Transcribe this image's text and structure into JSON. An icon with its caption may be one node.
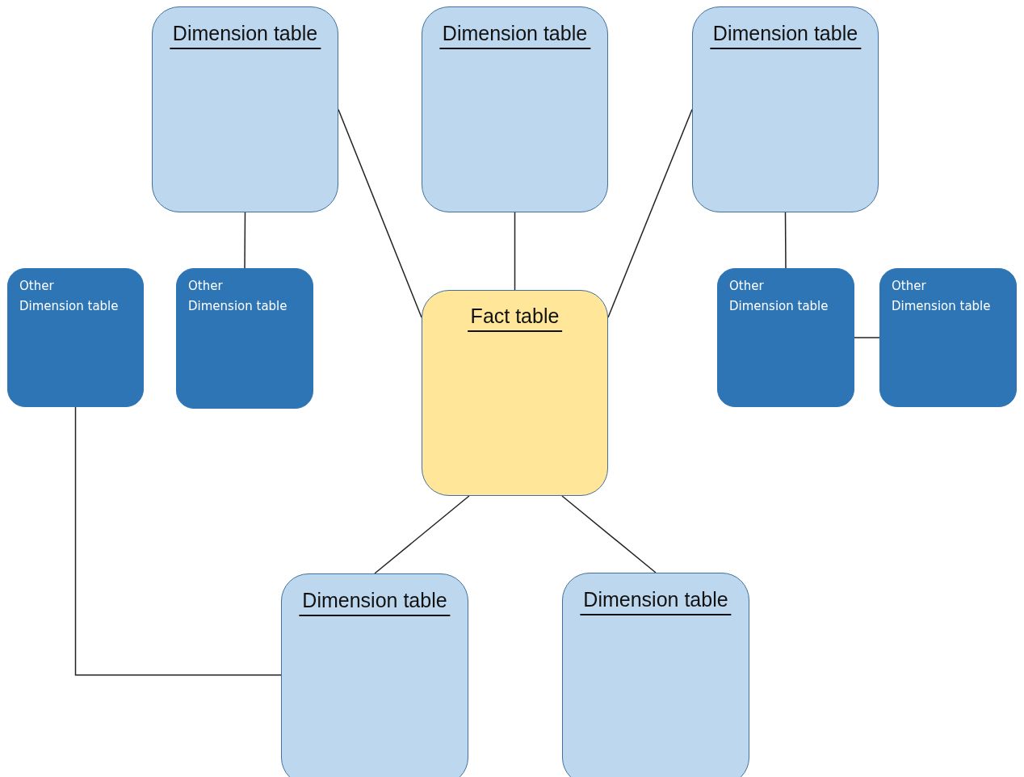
{
  "diagram": {
    "nodes": [
      {
        "text": [
          "Dimension table"
        ]
      },
      {
        "text": [
          "Dimension table"
        ]
      },
      {
        "text": [
          "Dimension table"
        ]
      },
      {
        "text": [
          "Other Dimension table"
        ]
      },
      {
        "text": [
          "Other Dimension table"
        ]
      },
      {
        "text": [
          "Fact table"
        ]
      },
      {
        "text": [
          "Other Dimension table"
        ]
      },
      {
        "text": [
          "Other Dimension table"
        ]
      },
      {
        "text": [
          "Dimension table"
        ]
      },
      {
        "text": [
          "Dimension table"
        ]
      }
    ],
    "edges": [
      {
        "from": 0,
        "to": 5,
        "arrow": "none"
      },
      {
        "from": 1,
        "to": 5,
        "arrow": "none"
      },
      {
        "from": 2,
        "to": 5,
        "arrow": "none"
      },
      {
        "from": 0,
        "to": 4,
        "arrow": "none"
      },
      {
        "from": 2,
        "to": 6,
        "arrow": "none"
      },
      {
        "from": 6,
        "to": 7,
        "arrow": "none"
      },
      {
        "from": 3,
        "to": 8,
        "arrow": "none"
      },
      {
        "from": 5,
        "to": 8,
        "arrow": "none"
      },
      {
        "from": 5,
        "to": 9,
        "arrow": "none"
      }
    ]
  }
}
